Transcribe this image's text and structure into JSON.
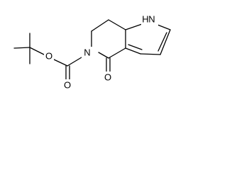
{
  "molecule": {
    "atoms": {
      "ring_nitrogen": "N",
      "carbonyl_oxygen": "O",
      "ester_oxygen": "O",
      "ester_carbonyl_oxygen": "O",
      "pyrrole_nitrogen_h": "H",
      "pyrrole_nitrogen": "N"
    }
  }
}
